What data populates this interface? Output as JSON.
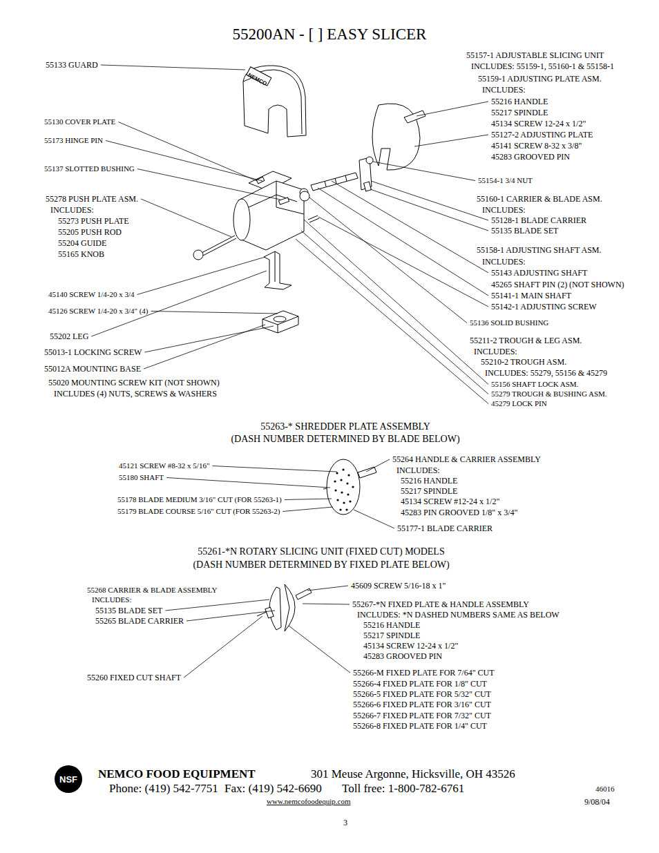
{
  "diagram": {
    "title": "55200AN - [ ] EASY SLICER",
    "nodes": [
      {
        "text": [
          "NSF"
        ]
      }
    ],
    "labels": [
      "55133 GUARD",
      "55130 COVER PLATE",
      "55173 HINGE PIN",
      "55137 SLOTTED BUSHING",
      "55278 PUSH PLATE ASM.",
      "INCLUDES:",
      "55273 PUSH PLATE",
      "55205 PUSH ROD",
      "55204 GUIDE",
      "55165 KNOB",
      "45140 SCREW 1/4-20 x 3/4",
      "45126 SCREW 1/4-20 x 3/4\" (4)",
      "55202 LEG",
      "55013-1 LOCKING SCREW",
      "55012A MOUNTING BASE",
      "55020 MOUNTING SCREW KIT (NOT SHOWN)",
      "INCLUDES (4) NUTS, SCREWS & WASHERS",
      "55157-1 ADJUSTABLE SLICING UNIT",
      "INCLUDES: 55159-1, 55160-1 & 55158-1",
      "55159-1 ADJUSTING PLATE ASM.",
      "INCLUDES:",
      "55216 HANDLE",
      "55217 SPINDLE",
      "45134 SCREW 12-24 x 1/2\"",
      "55127-2 ADJUSTING PLATE",
      "45141 SCREW 8-32 x 3/8\"",
      "45283 GROOVED PIN",
      "55154-1 3/4 NUT",
      "55160-1 CARRIER & BLADE ASM.",
      "INCLUDES:",
      "55128-1 BLADE CARRIER",
      "55135 BLADE SET",
      "55158-1 ADJUSTING SHAFT ASM.",
      "INCLUDES:",
      "55143 ADJUSTING SHAFT",
      "45265 SHAFT PIN (2) (NOT SHOWN)",
      "55141-1 MAIN SHAFT",
      "55142-1 ADJUSTING SCREW",
      "55136 SOLID BUSHING",
      "55211-2 TROUGH & LEG ASM.",
      "INCLUDES:",
      "55210-2 TROUGH ASM.",
      "INCLUDES: 55279, 55156 & 45279",
      "55156 SHAFT LOCK ASM.",
      "55279 TROUGH & BUSHING ASM.",
      "45279 LOCK PIN",
      "55263-* SHREDDER PLATE ASSEMBLY",
      "(DASH NUMBER DETERMINED BY BLADE BELOW)",
      "45121 SCREW #8-32 x 5/16\"",
      "55180 SHAFT",
      "55178 BLADE MEDIUM 3/16\" CUT (FOR 55263-1)",
      "55179 BLADE COURSE 5/16\" CUT (FOR 55263-2)",
      "55264 HANDLE & CARRIER ASSEMBLY",
      "INCLUDES:",
      "55216 HANDLE",
      "55217 SPINDLE",
      "45134 SCREW #12-24 x 1/2\"",
      "45283 PIN GROOVED 1/8\" x 3/4\"",
      "55177-1 BLADE CARRIER",
      "55261-*N ROTARY SLICING UNIT (FIXED CUT) MODELS",
      "(DASH NUMBER DETERMINED BY FIXED PLATE BELOW)",
      "55268 CARRIER & BLADE ASSEMBLY",
      "INCLUDES:",
      "55135 BLADE SET",
      "55265 BLADE CARRIER",
      "55260 FIXED CUT SHAFT",
      "45609 SCREW 5/16-18 x 1\"",
      "55267-*N FIXED PLATE & HANDLE ASSEMBLY",
      "INCLUDES: *N DASHED NUMBERS SAME AS BELOW",
      "55216 HANDLE",
      "55217 SPINDLE",
      "45134 SCREW 12-24 x 1/2\"",
      "45283 GROOVED PIN",
      "55266-M FIXED PLATE FOR 7/64\" CUT",
      "55266-4 FIXED PLATE FOR 1/8\" CUT",
      "55266-5 FIXED PLATE FOR 5/32\" CUT",
      "55266-6 FIXED PLATE FOR 3/16\" CUT",
      "55266-7 FIXED PLATE FOR 7/32\" CUT",
      "55266-8 FIXED PLATE FOR 1/4\" CUT",
      "NEMCO FOOD EQUIPMENT",
      "301 Meuse Argonne, Hicksville, OH 43526",
      "Phone: (419) 542-7751",
      "Fax: (419) 542-6690",
      "Toll free: 1-800-782-6761",
      "46016",
      "www.nemcofoodequip.com",
      "9/08/04",
      "3",
      "NEMCO"
    ]
  }
}
